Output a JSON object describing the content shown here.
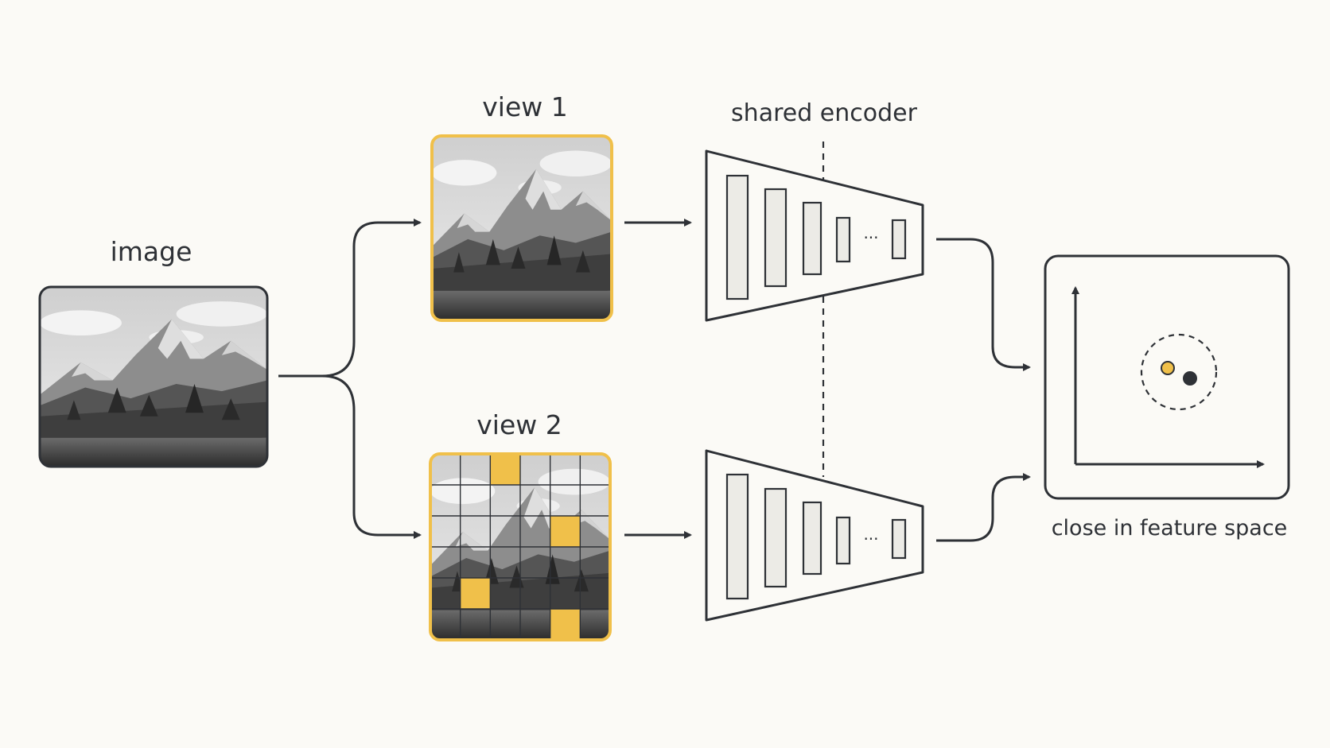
{
  "labels": {
    "image": "image",
    "view1": "view 1",
    "view2": "view 2",
    "encoder": "shared encoder",
    "feature": "close in feature space"
  },
  "encoder": {
    "ellipsis": "···"
  },
  "colors": {
    "background": "#fbfaf6",
    "stroke": "#2e3136",
    "accent": "#f0c04a",
    "panel": "#ecebe6",
    "sky": "#d9d9d9",
    "mountain": "#8b8b8b",
    "forest": "#3b3b3b"
  },
  "view2_masked_cells": [
    {
      "row": 0,
      "col": 2
    },
    {
      "row": 2,
      "col": 4
    },
    {
      "row": 4,
      "col": 1
    },
    {
      "row": 5,
      "col": 4
    }
  ],
  "feature_points": [
    {
      "name": "view1-embedding",
      "color": "#f0c04a"
    },
    {
      "name": "view2-embedding",
      "color": "#2e3136"
    }
  ]
}
